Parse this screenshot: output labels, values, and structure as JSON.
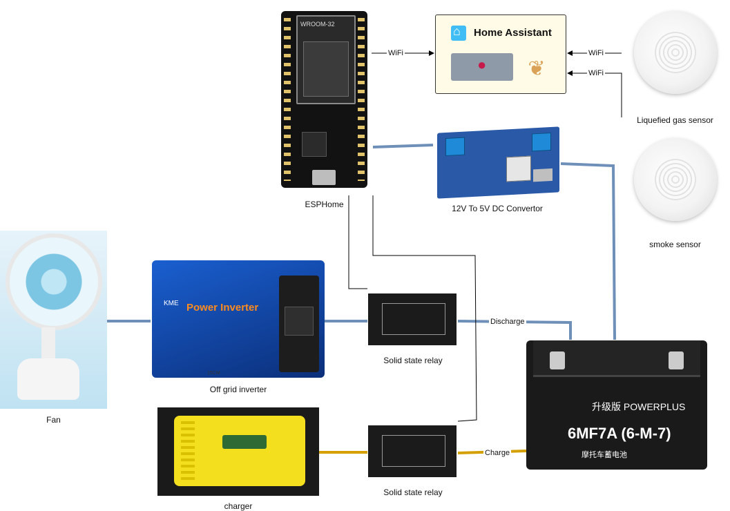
{
  "nodes": {
    "esp": {
      "caption": "ESPHome",
      "brand": "WROOM-32"
    },
    "ha": {
      "title": "Home Assistant"
    },
    "gas_sensor": {
      "caption": "Liquefied gas sensor"
    },
    "smoke_sensor": {
      "caption": "smoke sensor"
    },
    "converter": {
      "caption": "12V To 5V DC Convertor"
    },
    "fan": {
      "caption": "Fan"
    },
    "inverter": {
      "caption": "Off grid inverter",
      "label": "Power Inverter",
      "brand": "KME",
      "dim": "15CM"
    },
    "relay_top": {
      "caption": "Solid state relay"
    },
    "relay_bottom": {
      "caption": "Solid state relay"
    },
    "battery": {
      "model": "6MF7A (6-M-7)",
      "logo": "升级版 POWERPLUS",
      "sub": "摩托车蓄电池"
    },
    "charger": {
      "caption": "charger"
    }
  },
  "edges": {
    "wifi_esp_ha": "WiFi",
    "wifi_gas_ha": "WiFi",
    "wifi_smoke_ha": "WiFi",
    "discharge": "Discharge",
    "charge": "Charge"
  },
  "colors": {
    "power_wire": "#6e8fb8",
    "charge_wire": "#d4a000",
    "signal_wire": "#000000"
  }
}
